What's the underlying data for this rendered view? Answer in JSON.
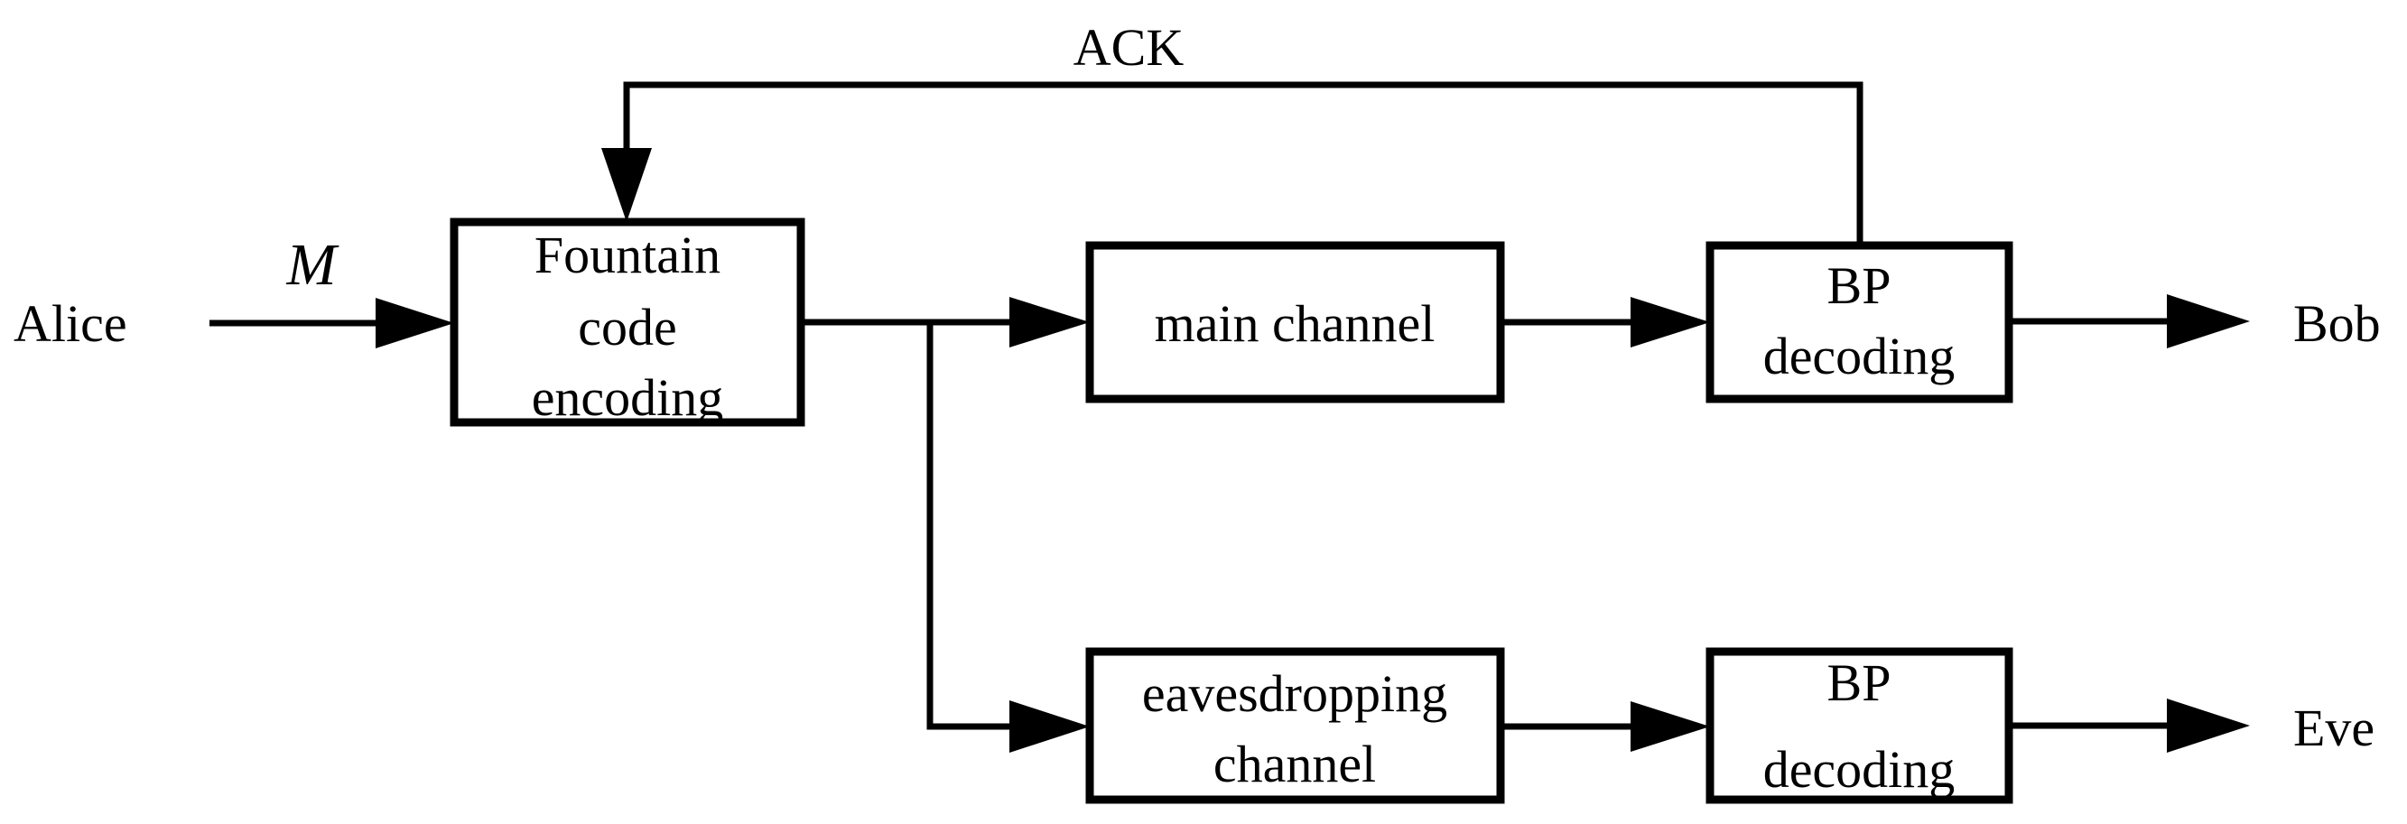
{
  "diagram": {
    "source_label": "Alice",
    "input_symbol": "M",
    "feedback_label": "ACK",
    "encoder": {
      "line1": "Fountain",
      "line2": "code",
      "line3": "encoding"
    },
    "main_channel": {
      "label": "main channel"
    },
    "eavesdropping_channel": {
      "line1": "eavesdropping",
      "line2": "channel"
    },
    "bob_decoder": {
      "line1": "BP",
      "line2": "decoding"
    },
    "eve_decoder": {
      "line1": "BP",
      "line2": "decoding"
    },
    "bob_label": "Bob",
    "eve_label": "Eve"
  }
}
